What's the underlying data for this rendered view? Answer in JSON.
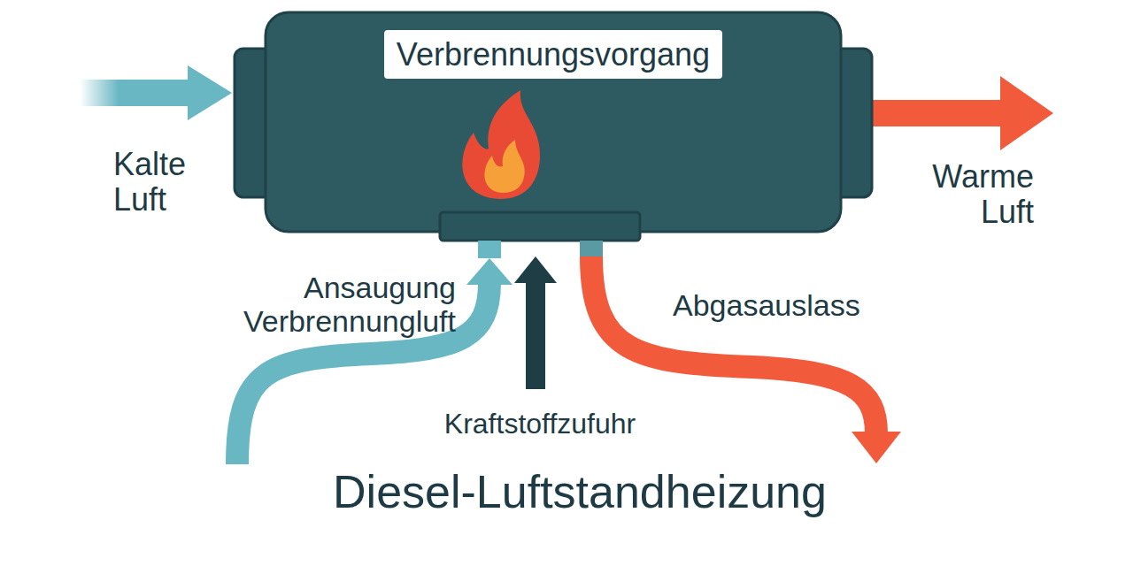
{
  "diagram": {
    "title": "Diesel-Luftstandheizung",
    "nodes": [
      {
        "text": [
          "Verbrennungsvorgang"
        ]
      }
    ],
    "labels": [
      "Kalte Luft",
      "Warme Luft",
      "Ansaugung Verbrennungluft",
      "Kraftstoffzufuhr",
      "Abgasauslass"
    ]
  }
}
